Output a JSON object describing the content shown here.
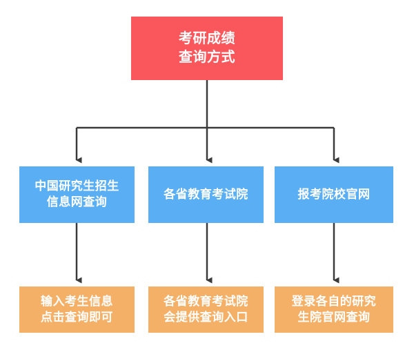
{
  "diagram": {
    "type": "flowchart",
    "root": {
      "label": "考研成绩\n查询方式",
      "color": "#f9575c"
    },
    "level2_color": "#5aaff4",
    "level3_color": "#f5b067",
    "connector_color": "#3a3a3a",
    "branches": [
      {
        "middle": "中国研究生招生\n信息网查询",
        "leaf": "输入考生信息\n点击查询即可"
      },
      {
        "middle": "各省教育考试院",
        "leaf": "各省教育考试院\n会提供查询入口"
      },
      {
        "middle": "报考院校官网",
        "leaf": "登录各自的研究\n生院官网查询"
      }
    ]
  }
}
